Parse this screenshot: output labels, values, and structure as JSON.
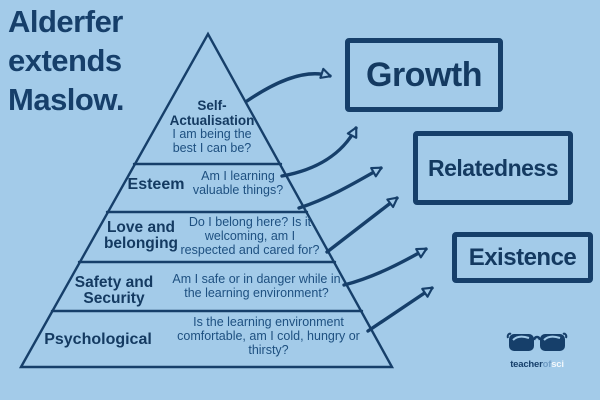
{
  "title": "Alderfer\nextends\nMaslow.",
  "colors": {
    "background": "#a3cbe9",
    "navy": "#163f6a",
    "question_text": "#1e5080",
    "logo_light": "#f2f7fb"
  },
  "pyramid": {
    "levels": [
      {
        "name": "Self-\nActualisation",
        "question": "I am being the\nbest I can be?"
      },
      {
        "name": "Esteem",
        "question": "Am I learning\nvaluable things?"
      },
      {
        "name": "Love and\nbelonging",
        "question": "Do I belong here? Is it\nwelcoming, am I\nrespected and cared for?"
      },
      {
        "name": "Safety and\nSecurity",
        "question": "Am I safe or in danger while in\nthe learning environment?"
      },
      {
        "name": "Psychological",
        "question": "Is the learning environment\ncomfortable, am I cold, hungry or\nthirsty?"
      }
    ]
  },
  "categories": [
    {
      "label": "Growth"
    },
    {
      "label": "Relatedness"
    },
    {
      "label": "Existence"
    }
  ],
  "arrows": [
    {
      "from": "self-actualisation",
      "to": "growth"
    },
    {
      "from": "esteem",
      "to": "growth"
    },
    {
      "from": "love-and-belonging",
      "to": "relatedness"
    },
    {
      "from": "safety-and-security",
      "to": "relatedness"
    },
    {
      "from": "safety-and-security",
      "to": "existence"
    },
    {
      "from": "psychological",
      "to": "existence"
    }
  ],
  "logo": {
    "part1": "teacher",
    "part2": "of",
    "part3": "sci"
  }
}
